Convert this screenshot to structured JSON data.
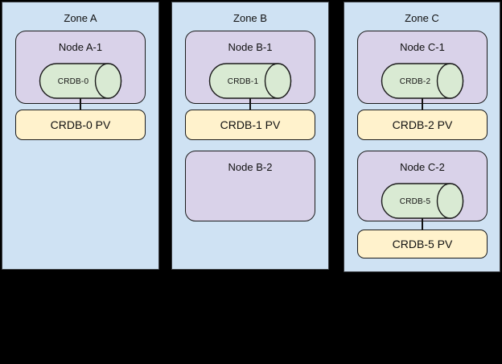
{
  "zones": [
    {
      "title": "Zone A",
      "nodes": [
        {
          "label": "Node A-1",
          "db": "CRDB-0",
          "pv": "CRDB-0 PV"
        }
      ]
    },
    {
      "title": "Zone B",
      "nodes": [
        {
          "label": "Node B-1",
          "db": "CRDB-1",
          "pv": "CRDB-1 PV"
        },
        {
          "label": "Node B-2"
        }
      ]
    },
    {
      "title": "Zone C",
      "nodes": [
        {
          "label": "Node C-1",
          "db": "CRDB-2",
          "pv": "CRDB-2 PV"
        },
        {
          "label": "Node C-2",
          "db": "CRDB-5",
          "pv": "CRDB-5 PV"
        }
      ]
    }
  ],
  "colors": {
    "background": "#000000",
    "zone_fill": "#cfe2f3",
    "node_fill": "#d9d2e9",
    "db_fill": "#d9ead3",
    "pv_fill": "#fff2cc"
  }
}
